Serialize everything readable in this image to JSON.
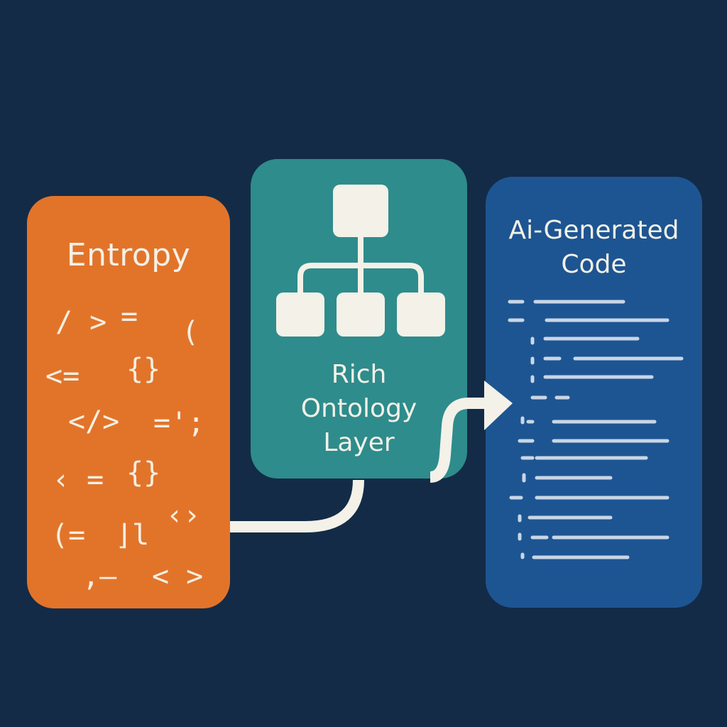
{
  "colors": {
    "background": "#132b47",
    "entropy_panel": "#e2742a",
    "ontology_panel": "#2e8c8c",
    "code_panel": "#1d5592",
    "foreground": "#f3f1e8",
    "code_lines": "#c9d6e6"
  },
  "entropy": {
    "title": "Entropy",
    "symbols": [
      "/ >",
      "=",
      "(",
      "<=",
      "{}",
      "</>",
      "=';",
      "‹ =",
      "{}",
      "‹›",
      "(=",
      "⌋l",
      ",—",
      "< >"
    ]
  },
  "ontology": {
    "title_line1": "Rich",
    "title_line2": "Ontology",
    "title_line3": "Layer",
    "icon": "hierarchy-tree-icon"
  },
  "code": {
    "title_line1": "Ai-Generated",
    "title_line2": "Code"
  },
  "connectors": {
    "entropy_to_ontology": "curved-connector",
    "ontology_to_code": "arrow-right-icon"
  }
}
